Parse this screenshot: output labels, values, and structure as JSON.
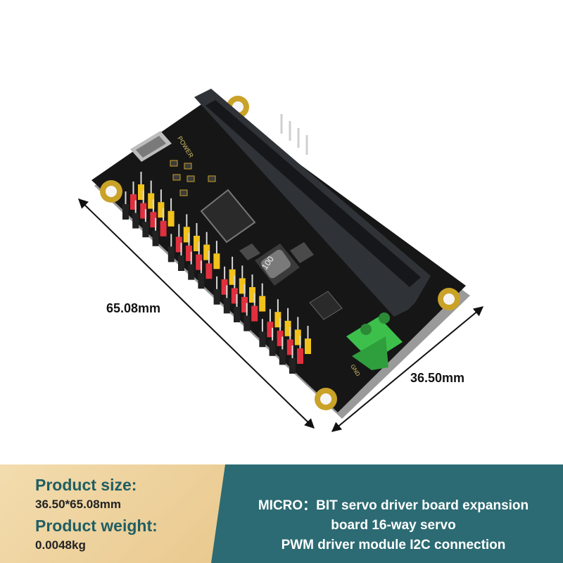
{
  "dimensions": {
    "length": "65.08mm",
    "width": "36.50mm"
  },
  "board": {
    "power_label": "POWER",
    "inductor_label": "100",
    "gnd_label": "GND"
  },
  "specs": {
    "size_title": "Product size:",
    "size_value": "36.50*65.08mm",
    "weight_title": "Product weight:",
    "weight_value": "0.0048kg"
  },
  "description": {
    "line1": "MICRO：BIT servo driver board expansion",
    "line2": "board 16-way servo",
    "line3": "PWM driver module I2C connection"
  },
  "colors": {
    "pcb": "#161616",
    "gold": "#c9a227",
    "pin_red": "#e0303e",
    "pin_yellow": "#f2c21b",
    "pin_black": "#222222",
    "terminal_green": "#3dbf4c",
    "panel_teal": "#2c6b73",
    "panel_tan": "#efd3a0"
  }
}
